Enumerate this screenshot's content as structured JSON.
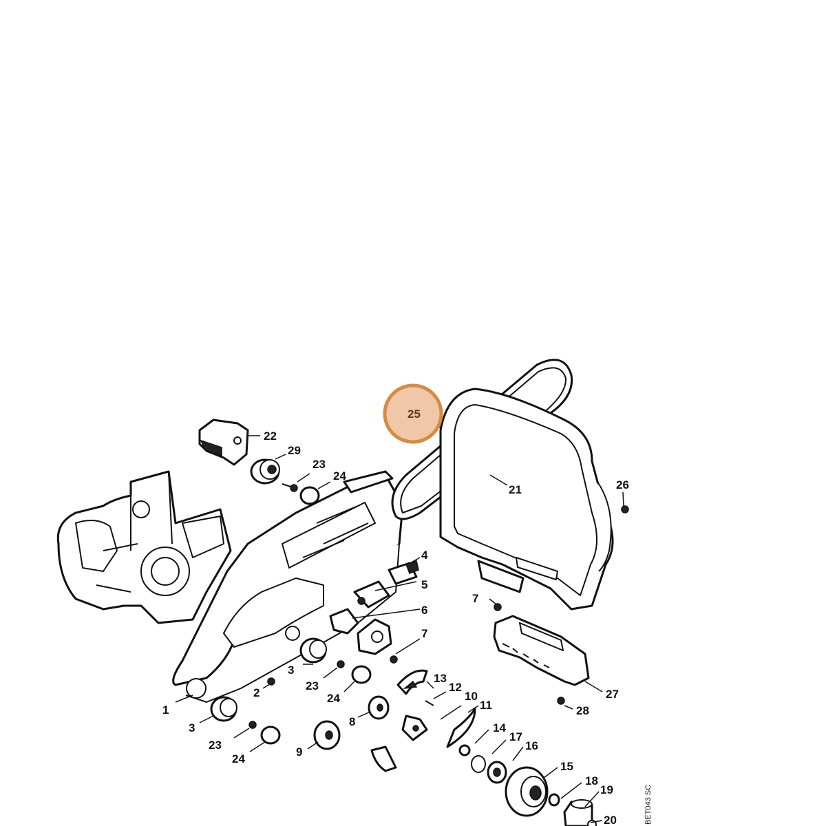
{
  "diagram": {
    "drawing_code": "BET043 SC",
    "highlighted_part": "25",
    "highlight_color": "#f0c8a8",
    "highlight_stroke": "#d88a40",
    "labels": {
      "l1": "1",
      "l2": "2",
      "l3a": "3",
      "l3b": "3",
      "l4": "4",
      "l5": "5",
      "l6": "6",
      "l7a": "7",
      "l7b": "7",
      "l8": "8",
      "l9": "9",
      "l10": "10",
      "l11": "11",
      "l12": "12",
      "l13": "13",
      "l14": "14",
      "l15": "15",
      "l16": "16",
      "l17": "17",
      "l18": "18",
      "l19": "19",
      "l20": "20",
      "l21": "21",
      "l22": "22",
      "l23a": "23",
      "l23b": "23",
      "l23c": "23",
      "l24a": "24",
      "l24b": "24",
      "l24c": "24",
      "l25": "25",
      "l26": "26",
      "l27": "27",
      "l28": "28",
      "l29": "29"
    }
  }
}
